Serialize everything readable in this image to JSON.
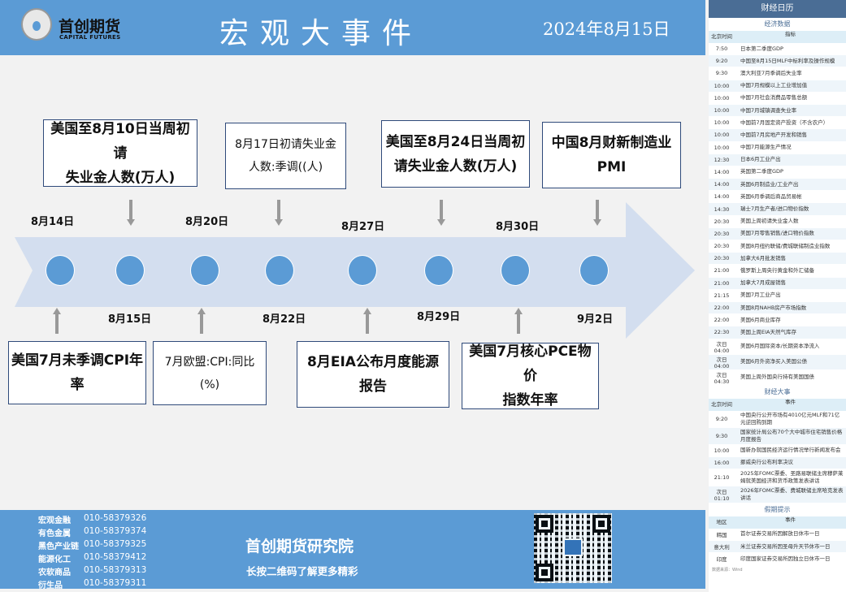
{
  "header": {
    "logo_cn": "首创期货",
    "logo_en": "CAPITAL FUTURES",
    "title": "宏观大事件",
    "date": "2024年8月15日"
  },
  "timeline": {
    "top_boxes": [
      {
        "lines": [
          "美国至8月10日当周初请",
          "失业金人数(万人)"
        ]
      },
      {
        "lines": [
          "8月17日初请失业金",
          "人数:季调((人)"
        ]
      },
      {
        "lines": [
          "美国至8月24日当周初",
          "请失业金人数(万人)"
        ]
      },
      {
        "lines": [
          "中国8月财新制造业",
          "PMI"
        ]
      }
    ],
    "bottom_boxes": [
      {
        "lines": [
          "美国7月未季调CPI年",
          "率"
        ]
      },
      {
        "lines": [
          "7月欧盟:CPI:同比",
          "(%)"
        ]
      },
      {
        "lines": [
          "8月EIA公布月度能源",
          "报告"
        ]
      },
      {
        "lines": [
          "美国7月核心PCE物价",
          "指数年率"
        ]
      }
    ],
    "top_dates": [
      "8月14日",
      "8月20日",
      "8月27日",
      "8月30日"
    ],
    "bottom_dates": [
      "8月15日",
      "8月22日",
      "8月29日",
      "9月2日"
    ]
  },
  "footer": {
    "contacts": [
      {
        "dept": "宏观金融",
        "phone": "010-58379326"
      },
      {
        "dept": "有色金属",
        "phone": "010-58379374"
      },
      {
        "dept": "黑色产业链",
        "phone": "010-58379325"
      },
      {
        "dept": "能源化工",
        "phone": "010-58379412"
      },
      {
        "dept": "农软商品",
        "phone": "010-58379313"
      },
      {
        "dept": "衍生品",
        "phone": "010-58379311"
      }
    ],
    "institute": "首创期货研究院",
    "slogan": "长按二维码了解更多精彩"
  },
  "sidebar": {
    "title": "财经日历",
    "econ": {
      "title": "经济数据",
      "col_time": "北京时间",
      "col_name": "指标",
      "rows": [
        [
          "7:50",
          "日本第二季度GDP"
        ],
        [
          "9:20",
          "中国至8月15日MLF中标利率及操作规模"
        ],
        [
          "9:30",
          "澳大利亚7月季调后失业率"
        ],
        [
          "10:00",
          "中国7月规模以上工业增加值"
        ],
        [
          "10:00",
          "中国7月社会消费品零售总额"
        ],
        [
          "10:00",
          "中国7月城镇调查失业率"
        ],
        [
          "10:00",
          "中国前7月固定资产投资（不含农户）"
        ],
        [
          "10:00",
          "中国前7月房地产开发和销售"
        ],
        [
          "10:00",
          "中国7月能源生产情况"
        ],
        [
          "12:30",
          "日本6月工业产出"
        ],
        [
          "14:00",
          "英国第二季度GDP"
        ],
        [
          "14:00",
          "英国6月制造业/工业产出"
        ],
        [
          "14:00",
          "英国6月季调后商品贸易帐"
        ],
        [
          "14:30",
          "瑞士7月生产者/进口物价指数"
        ],
        [
          "20:30",
          "美国上周初请失业金人数"
        ],
        [
          "20:30",
          "美国7月零售销售/进口物价指数"
        ],
        [
          "20:30",
          "美国8月纽约联储/费城联储制造业指数"
        ],
        [
          "20:30",
          "加拿大6月批发销售"
        ],
        [
          "21:00",
          "俄罗斯上周央行黄金和外汇储备"
        ],
        [
          "21:00",
          "加拿大7月成屋销售"
        ],
        [
          "21:15",
          "美国7月工业产出"
        ],
        [
          "22:00",
          "美国8月NAHB房产市场指数"
        ],
        [
          "22:00",
          "美国6月商业库存"
        ],
        [
          "22:30",
          "美国上周EIA天然气库存"
        ],
        [
          "次日 04:00",
          "美国6月国际资本/长期资本净流入"
        ],
        [
          "次日 04:00",
          "美国6月外资净买入美国公债"
        ],
        [
          "次日 04:30",
          "美国上周外国央行持有美国国债"
        ]
      ]
    },
    "events": {
      "title": "财经大事",
      "col_time": "北京时间",
      "col_name": "事件",
      "rows": [
        [
          "9:20",
          "中国央行公开市场有4010亿元MLF和71亿元逆回购到期"
        ],
        [
          "9:30",
          "国家统计局公布70个大中城市住宅销售价格月度报告"
        ],
        [
          "10:00",
          "国新办就国民经济运行情况举行新闻发布会"
        ],
        [
          "16:00",
          "挪威央行公布利率决议"
        ],
        [
          "21:10",
          "2025年FOMC票委、圣路易联储主席穆萨莱姆就美国经济和货币政策发表讲话"
        ],
        [
          "次日 01:10",
          "2026年FOMC票委、费城联储主席哈克发表讲话"
        ]
      ]
    },
    "holidays": {
      "title": "假期提示",
      "col_time": "地区",
      "col_name": "事件",
      "rows": [
        [
          "韩国",
          "首尔证券交易所因解放日休市一日"
        ],
        [
          "意大利",
          "米兰证券交易所因圣母升天节休市一日"
        ],
        [
          "印度",
          "印度国家证券交易所因独立日休市一日"
        ]
      ]
    },
    "source": "数据来源：Wind"
  }
}
